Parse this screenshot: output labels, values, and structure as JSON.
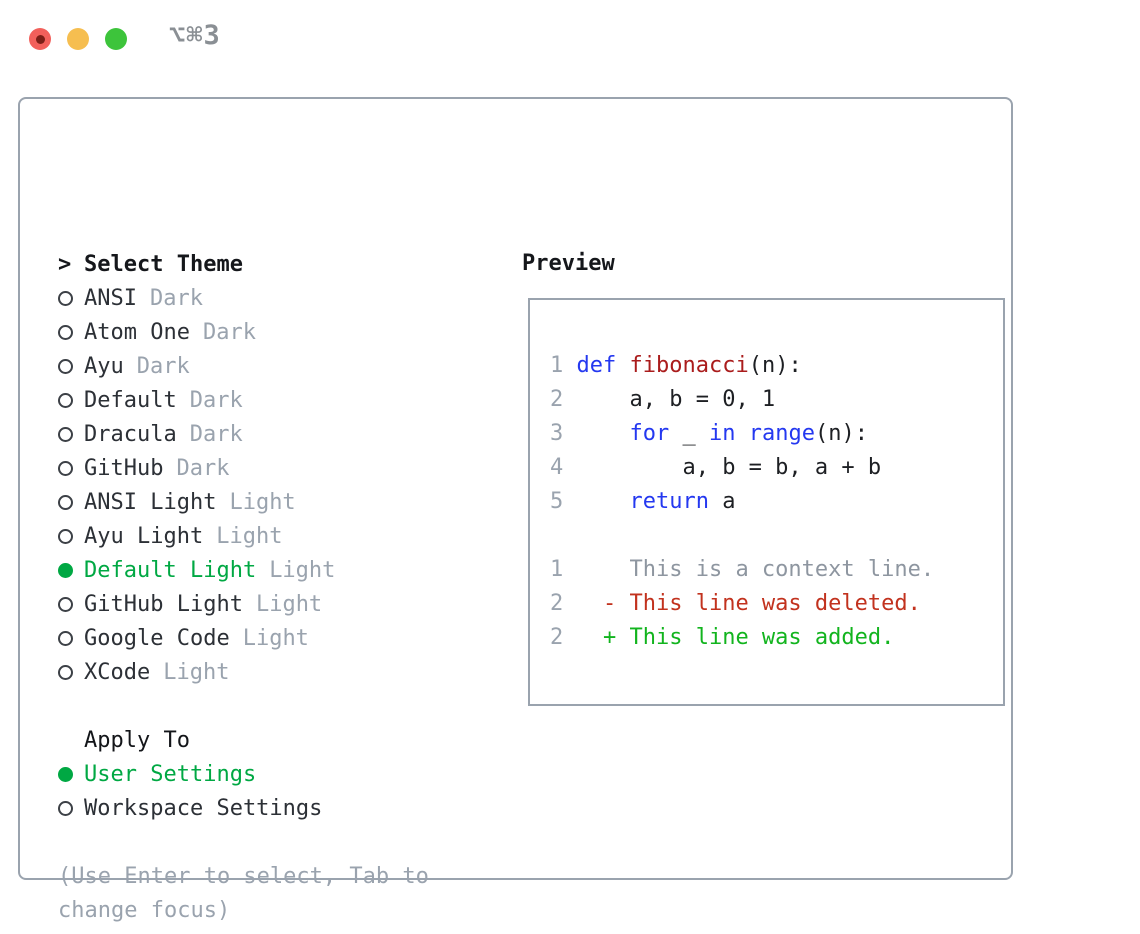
{
  "titlebar": {
    "shortcut": "⌥⌘3"
  },
  "picker": {
    "header": {
      "prefix": ">",
      "label": "Select Theme"
    },
    "themes": [
      {
        "name": "ANSI",
        "variant": "Dark",
        "selected": false
      },
      {
        "name": "Atom One",
        "variant": "Dark",
        "selected": false
      },
      {
        "name": "Ayu",
        "variant": "Dark",
        "selected": false
      },
      {
        "name": "Default",
        "variant": "Dark",
        "selected": false
      },
      {
        "name": "Dracula",
        "variant": "Dark",
        "selected": false
      },
      {
        "name": "GitHub",
        "variant": "Dark",
        "selected": false
      },
      {
        "name": "ANSI Light",
        "variant": "Light",
        "selected": false
      },
      {
        "name": "Ayu Light",
        "variant": "Light",
        "selected": false
      },
      {
        "name": "Default Light",
        "variant": "Light",
        "selected": true
      },
      {
        "name": "GitHub Light",
        "variant": "Light",
        "selected": false
      },
      {
        "name": "Google Code",
        "variant": "Light",
        "selected": false
      },
      {
        "name": "XCode",
        "variant": "Light",
        "selected": false
      }
    ],
    "apply_to": {
      "header": "Apply To",
      "options": [
        {
          "label": "User Settings",
          "selected": true
        },
        {
          "label": "Workspace Settings",
          "selected": false
        }
      ]
    },
    "hints": [
      "(Use Enter to select, Tab to",
      "change focus)"
    ]
  },
  "preview": {
    "title": "Preview",
    "code_lines": [
      {
        "num": "1",
        "tokens": [
          {
            "text": "def",
            "c": "kw"
          },
          {
            "text": " ",
            "c": "pl"
          },
          {
            "text": "fibonacci",
            "c": "fn"
          },
          {
            "text": "(n):",
            "c": "pl"
          }
        ]
      },
      {
        "num": "2",
        "tokens": [
          {
            "text": "    a, b = 0, 1",
            "c": "pl"
          }
        ]
      },
      {
        "num": "3",
        "tokens": [
          {
            "text": "    ",
            "c": "pl"
          },
          {
            "text": "for",
            "c": "kw"
          },
          {
            "text": " _ ",
            "c": "pl"
          },
          {
            "text": "in",
            "c": "kw"
          },
          {
            "text": " ",
            "c": "pl"
          },
          {
            "text": "range",
            "c": "kw"
          },
          {
            "text": "(n):",
            "c": "pl"
          }
        ]
      },
      {
        "num": "4",
        "tokens": [
          {
            "text": "        a, b = b, a + b",
            "c": "pl"
          }
        ]
      },
      {
        "num": "5",
        "tokens": [
          {
            "text": "    ",
            "c": "pl"
          },
          {
            "text": "return",
            "c": "kw"
          },
          {
            "text": " a",
            "c": "pl"
          }
        ]
      }
    ],
    "diff_lines": [
      {
        "num": "1",
        "text": "    This is a context line.",
        "kind": "context"
      },
      {
        "num": "2",
        "text": "  - This line was deleted.",
        "kind": "deleted"
      },
      {
        "num": "2",
        "text": "  + This line was added.",
        "kind": "added"
      }
    ]
  },
  "colors": {
    "accent_green": "#00A843",
    "keyword_blue": "#2438F0",
    "function_red": "#AA1C1C",
    "diff_deleted_red": "#C2321E",
    "diff_added_green": "#12B41E",
    "muted_gray": "#9AA3AE",
    "border_gray": "#9AA3AE"
  }
}
